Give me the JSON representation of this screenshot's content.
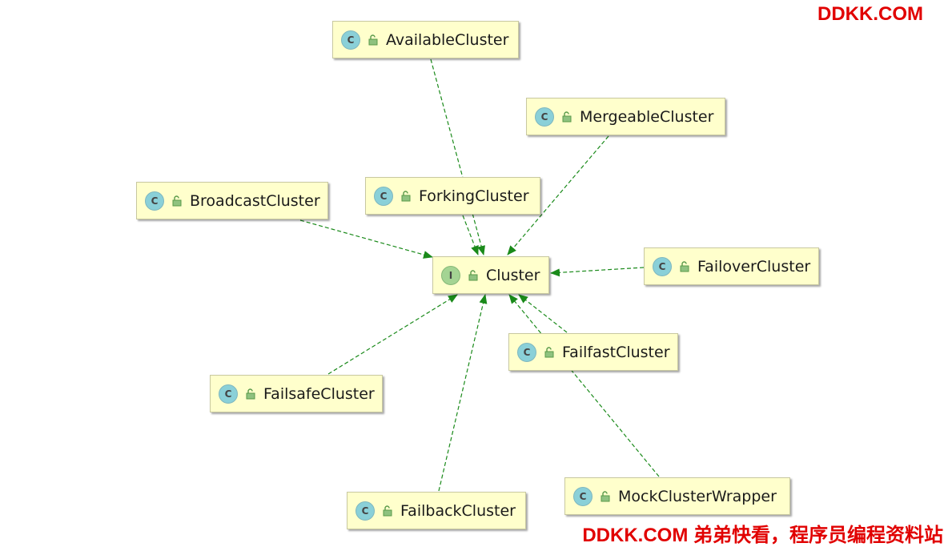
{
  "watermark": {
    "top": "DDKK.COM",
    "bottom": "DDKK.COM 弟弟快看，程序员编程资料站"
  },
  "colors": {
    "node_fill": "#ffffcc",
    "arrow": "#1a8a1a",
    "class_badge": "#8ad0d8",
    "interface_badge": "#a4d493",
    "watermark": "#e10000"
  },
  "nodes": [
    {
      "id": "cluster",
      "name": "Cluster",
      "kind": "interface",
      "badge": "I"
    },
    {
      "id": "available",
      "name": "AvailableCluster",
      "kind": "class",
      "badge": "C"
    },
    {
      "id": "mergeable",
      "name": "MergeableCluster",
      "kind": "class",
      "badge": "C"
    },
    {
      "id": "broadcast",
      "name": "BroadcastCluster",
      "kind": "class",
      "badge": "C"
    },
    {
      "id": "forking",
      "name": "ForkingCluster",
      "kind": "class",
      "badge": "C"
    },
    {
      "id": "failover",
      "name": "FailoverCluster",
      "kind": "class",
      "badge": "C"
    },
    {
      "id": "failfast",
      "name": "FailfastCluster",
      "kind": "class",
      "badge": "C"
    },
    {
      "id": "failsafe",
      "name": "FailsafeCluster",
      "kind": "class",
      "badge": "C"
    },
    {
      "id": "failback",
      "name": "FailbackCluster",
      "kind": "class",
      "badge": "C"
    },
    {
      "id": "mock",
      "name": "MockClusterWrapper",
      "kind": "class",
      "badge": "C"
    }
  ],
  "edges": [
    {
      "from": "available",
      "to": "cluster",
      "type": "implements"
    },
    {
      "from": "mergeable",
      "to": "cluster",
      "type": "implements"
    },
    {
      "from": "broadcast",
      "to": "cluster",
      "type": "implements"
    },
    {
      "from": "forking",
      "to": "cluster",
      "type": "implements"
    },
    {
      "from": "failover",
      "to": "cluster",
      "type": "implements"
    },
    {
      "from": "failfast",
      "to": "cluster",
      "type": "implements"
    },
    {
      "from": "failsafe",
      "to": "cluster",
      "type": "implements"
    },
    {
      "from": "failback",
      "to": "cluster",
      "type": "implements"
    },
    {
      "from": "mock",
      "to": "cluster",
      "type": "implements"
    }
  ]
}
